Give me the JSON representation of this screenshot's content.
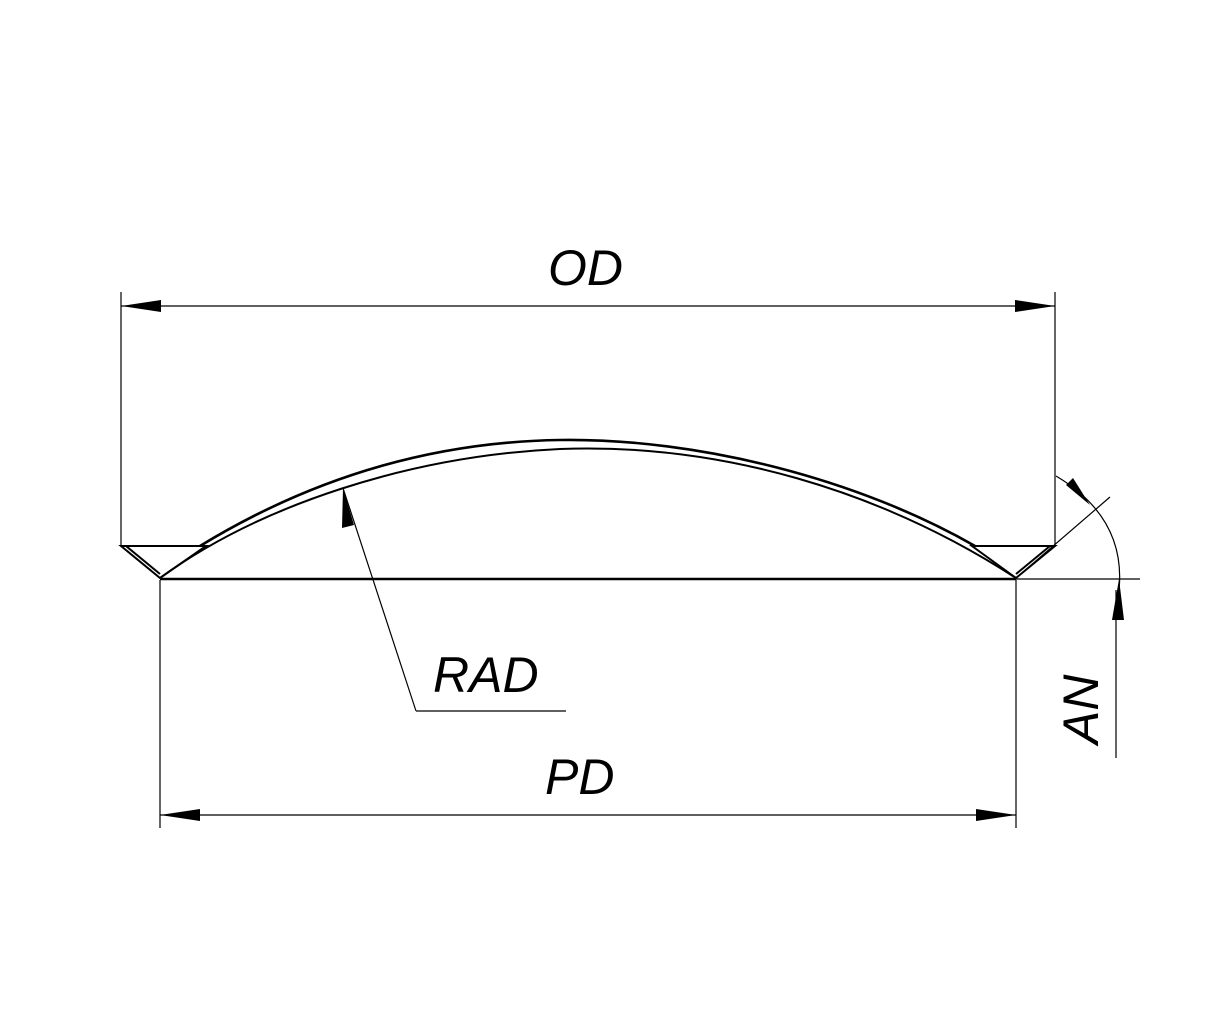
{
  "drawing": {
    "labels": {
      "outer_diameter": "OD",
      "pitch_diameter": "PD",
      "radius": "RAD",
      "angle": "AN"
    }
  }
}
